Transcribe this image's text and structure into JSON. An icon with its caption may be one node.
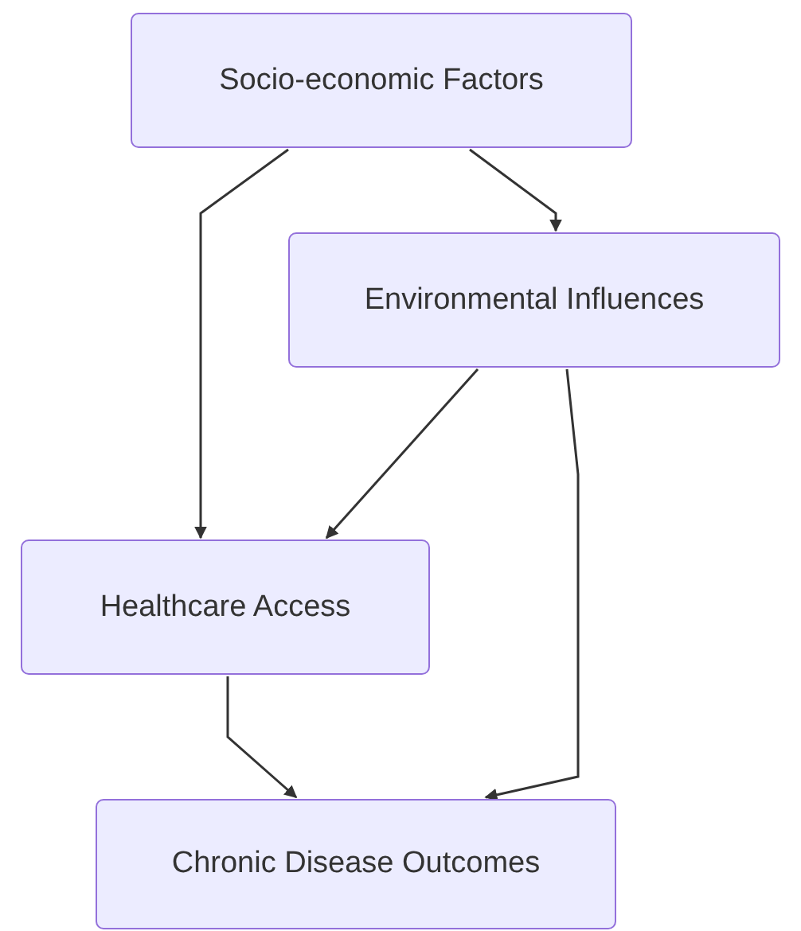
{
  "diagram": {
    "nodes": [
      {
        "text": [
          "Socio-economic Factors"
        ]
      },
      {
        "text": [
          "Environmental Influences"
        ]
      },
      {
        "text": [
          "Healthcare Access"
        ]
      },
      {
        "text": [
          "Chronic Disease Outcomes"
        ]
      }
    ],
    "edges": [
      {
        "from": 0,
        "to": 2,
        "arrow": "to"
      },
      {
        "from": 0,
        "to": 1,
        "arrow": "to"
      },
      {
        "from": 1,
        "to": 2,
        "arrow": "to"
      },
      {
        "from": 1,
        "to": 3,
        "arrow": "to"
      },
      {
        "from": 2,
        "to": 3,
        "arrow": "to"
      }
    ]
  }
}
